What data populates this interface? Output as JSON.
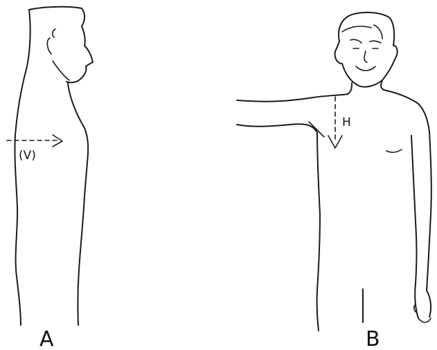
{
  "figure": {
    "panel_a": {
      "letter": "A",
      "arrow_label": "(V)"
    },
    "panel_b": {
      "letter": "B",
      "arrow_label": "H"
    }
  },
  "colors": {
    "ink": "#1a1a1a",
    "background": "#ffffff"
  }
}
